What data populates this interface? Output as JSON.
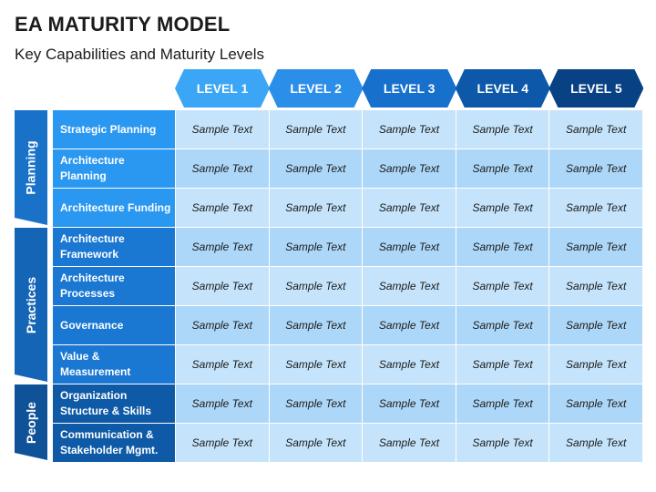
{
  "title": "EA MATURITY MODEL",
  "subtitle": "Key Capabilities and Maturity Levels",
  "levels": [
    "LEVEL 1",
    "LEVEL 2",
    "LEVEL 3",
    "LEVEL 4",
    "LEVEL 5"
  ],
  "level_colors": [
    "#3aa6f5",
    "#2b8ee8",
    "#1670cc",
    "#0d58a8",
    "#084284"
  ],
  "groups": [
    {
      "label": "Planning",
      "rows": 3
    },
    {
      "label": "Practices",
      "rows": 4
    },
    {
      "label": "People",
      "rows": 2
    }
  ],
  "capabilities": [
    {
      "label": "Strategic Planning",
      "color": "#2a97f0"
    },
    {
      "label": "Architecture Planning",
      "color": "#2a97f0"
    },
    {
      "label": "Architecture Funding",
      "color": "#2a97f0"
    },
    {
      "label": "Architecture Framework",
      "color": "#1b78d2"
    },
    {
      "label": "Architecture Processes",
      "color": "#1b78d2"
    },
    {
      "label": "Governance",
      "color": "#1b78d2"
    },
    {
      "label": "Value & Measurement",
      "color": "#1b78d2"
    },
    {
      "label": "Organization Structure & Skills",
      "color": "#0e5aa6"
    },
    {
      "label": "Communication & Stakeholder Mgmt.",
      "color": "#0e5aa6"
    }
  ],
  "cell_text": "Sample Text",
  "row_colors": [
    "#c5e4fb",
    "#add7f8"
  ]
}
